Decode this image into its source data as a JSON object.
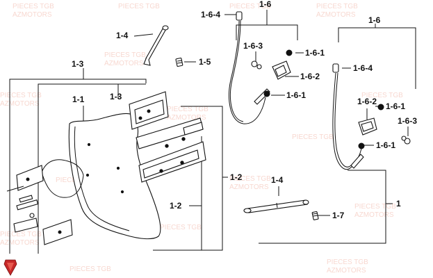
{
  "callouts": {
    "c_1_6_4_top": "1-6-4",
    "c_1_6_top": "1-6",
    "c_1_4_top": "1-4",
    "c_1_6_3_top": "1-6-3",
    "c_1_6_1_top_a": "1-6-1",
    "c_1_5": "1-5",
    "c_1_6_2_top": "1-6-2",
    "c_1_6_1_top_b": "1-6-1",
    "c_1_3_outer": "1-3",
    "c_1_3_inner": "1-3",
    "c_1_1": "1-1",
    "c_1_6_right": "1-6",
    "c_1_6_4_right": "1-6-4",
    "c_1_6_2_right": "1-6-2",
    "c_1_6_1_right_a": "1-6-1",
    "c_1_6_3_right": "1-6-3",
    "c_1_6_1_right_b": "1-6-1",
    "c_1_2_right": "1-2",
    "c_1_2_left": "1-2",
    "c_1_4_bottom": "1-4",
    "c_1": "1",
    "c_1_7": "1-7"
  },
  "watermark": {
    "line1": "PIECES TGB",
    "line2": "AZMOTORS"
  },
  "colors": {
    "line": "#111111",
    "watermark": "#f2b7a9",
    "logo": "#c62828"
  }
}
